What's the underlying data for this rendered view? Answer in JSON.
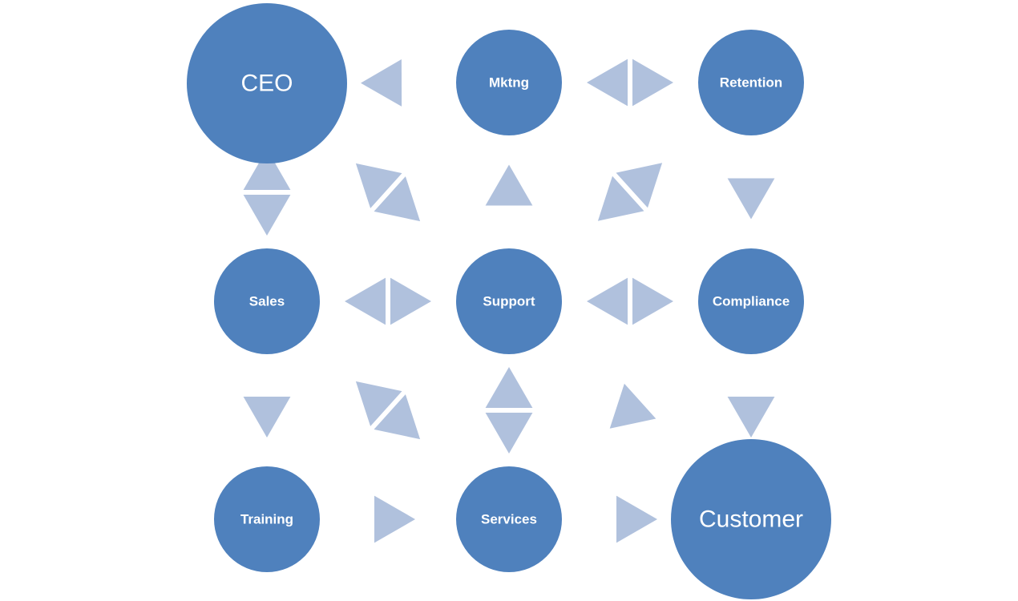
{
  "diagram": {
    "colors": {
      "node": "#4f81bd",
      "arrow": "#b0c1dd",
      "text": "#ffffff",
      "background": "#ffffff"
    },
    "nodes": [
      {
        "id": "ceo",
        "label": "CEO",
        "size": "large"
      },
      {
        "id": "mktng",
        "label": "Mktng",
        "size": "small"
      },
      {
        "id": "retention",
        "label": "Retention",
        "size": "small"
      },
      {
        "id": "sales",
        "label": "Sales",
        "size": "small"
      },
      {
        "id": "support",
        "label": "Support",
        "size": "small"
      },
      {
        "id": "compliance",
        "label": "Compliance",
        "size": "small"
      },
      {
        "id": "training",
        "label": "Training",
        "size": "small"
      },
      {
        "id": "services",
        "label": "Services",
        "size": "small"
      },
      {
        "id": "customer",
        "label": "Customer",
        "size": "large"
      }
    ],
    "edges": [
      {
        "from": "mktng",
        "to": "ceo"
      },
      {
        "from": "mktng",
        "to": "retention"
      },
      {
        "from": "retention",
        "to": "mktng"
      },
      {
        "from": "ceo",
        "to": "sales"
      },
      {
        "from": "sales",
        "to": "ceo"
      },
      {
        "from": "ceo",
        "to": "support"
      },
      {
        "from": "support",
        "to": "ceo"
      },
      {
        "from": "support",
        "to": "mktng"
      },
      {
        "from": "support",
        "to": "retention"
      },
      {
        "from": "retention",
        "to": "support"
      },
      {
        "from": "retention",
        "to": "compliance"
      },
      {
        "from": "sales",
        "to": "support"
      },
      {
        "from": "support",
        "to": "sales"
      },
      {
        "from": "support",
        "to": "compliance"
      },
      {
        "from": "compliance",
        "to": "support"
      },
      {
        "from": "sales",
        "to": "training"
      },
      {
        "from": "services",
        "to": "sales"
      },
      {
        "from": "sales",
        "to": "services"
      },
      {
        "from": "services",
        "to": "support"
      },
      {
        "from": "support",
        "to": "services"
      },
      {
        "from": "compliance",
        "to": "services"
      },
      {
        "from": "compliance",
        "to": "customer"
      },
      {
        "from": "training",
        "to": "services"
      },
      {
        "from": "services",
        "to": "customer"
      }
    ]
  }
}
